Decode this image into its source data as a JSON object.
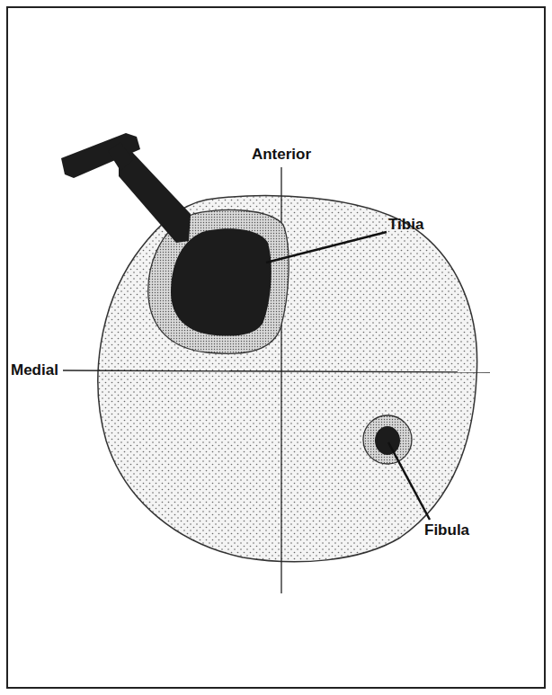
{
  "diagram": {
    "labels": [
      "Anterior",
      "Tibia",
      "Medial",
      "Fibula"
    ]
  }
}
